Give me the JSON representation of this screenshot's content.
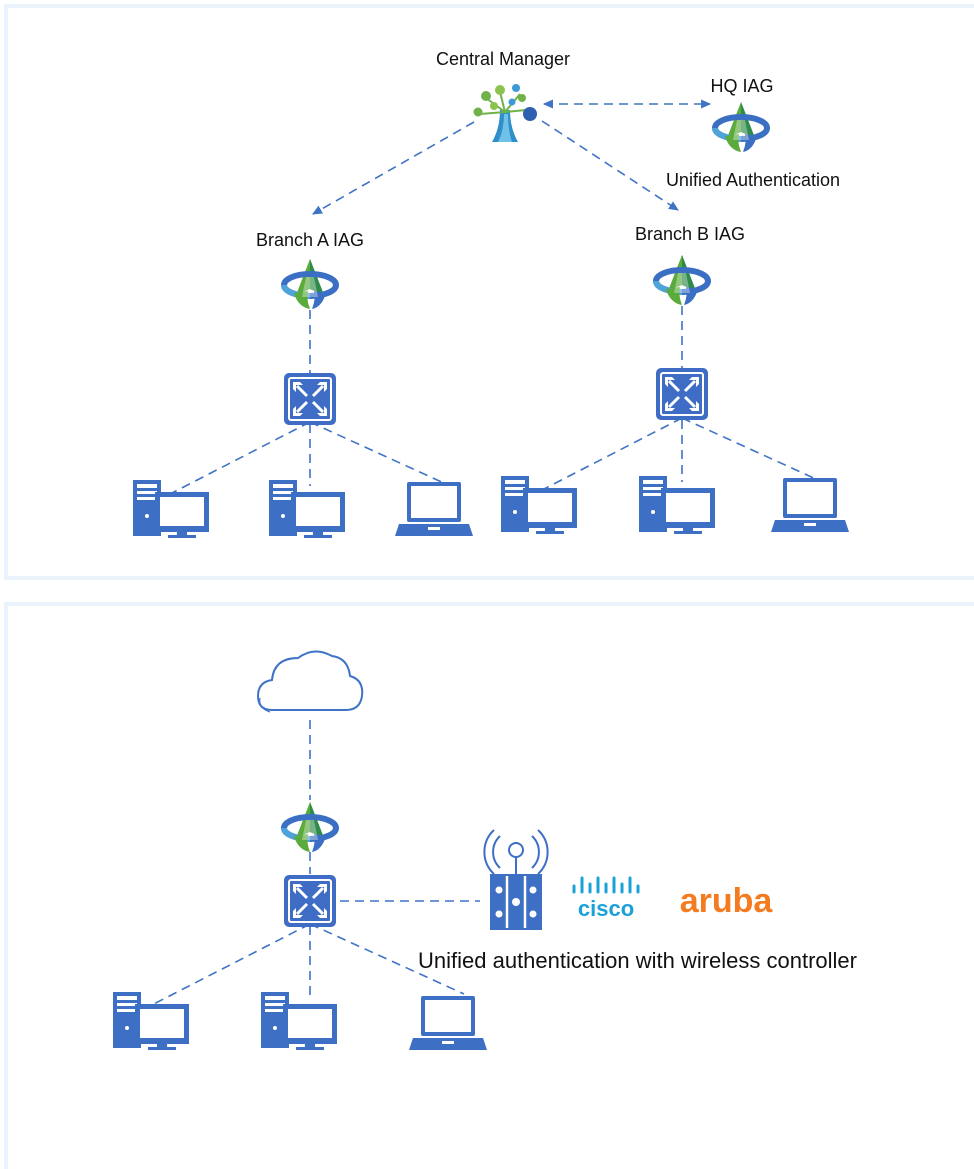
{
  "top_diagram": {
    "central_manager_label": "Central Manager",
    "hq_label": "HQ IAG",
    "unified_auth_label": "Unified Authentication",
    "branch_a_label": "Branch A IAG",
    "branch_b_label": "Branch B IAG"
  },
  "bottom_diagram": {
    "cisco_logo_text": "cisco",
    "aruba_logo_text": "aruba",
    "wireless_label": "Unified authentication with wireless controller"
  },
  "colors": {
    "link": "#3f73c6",
    "device_blue": "#3d6fc4",
    "switch_blue": "#3f6cc5",
    "gateway_green": "#5aaa3c",
    "gateway_blue": "#3b6fc4",
    "cisco_blue": "#1ba0d7",
    "aruba_orange": "#f47b20",
    "panel_border": "#eaf3fb"
  },
  "icons": [
    "central-manager-icon",
    "gateway-icon",
    "switch-icon",
    "desktop-icon",
    "laptop-icon",
    "cloud-icon",
    "wireless-controller-icon",
    "cisco-logo",
    "aruba-logo"
  ]
}
